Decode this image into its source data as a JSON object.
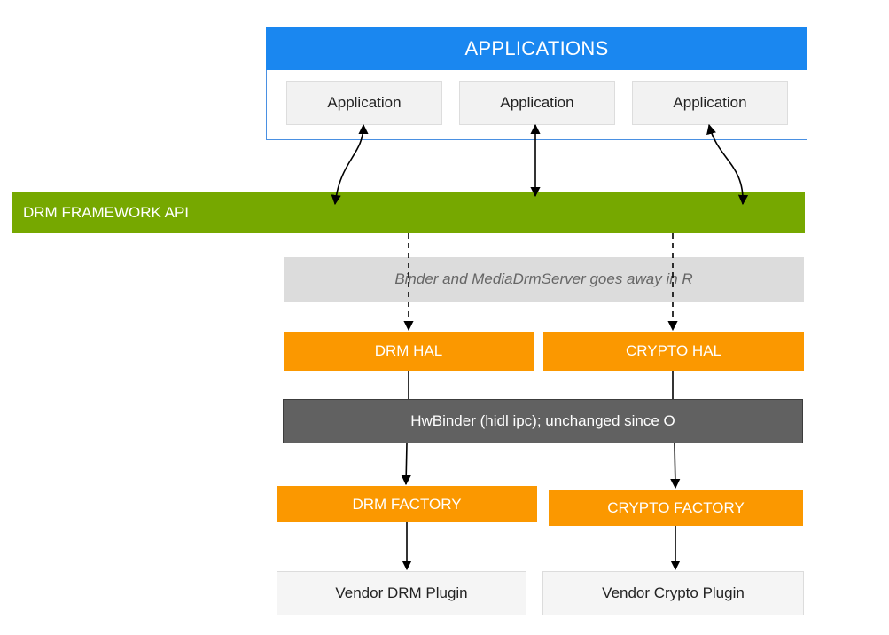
{
  "applications": {
    "header": "APPLICATIONS",
    "items": [
      {
        "label": "Application"
      },
      {
        "label": "Application"
      },
      {
        "label": "Application"
      }
    ]
  },
  "framework": {
    "label": "DRM FRAMEWORK API"
  },
  "note": {
    "label": "Binder and MediaDrmServer  goes away in R"
  },
  "hal": {
    "drm": "DRM HAL",
    "crypto": "CRYPTO HAL"
  },
  "hwbinder": {
    "label": "HwBinder (hidl ipc); unchanged since O"
  },
  "factory": {
    "drm": "DRM FACTORY",
    "crypto": "CRYPTO FACTORY"
  },
  "plugins": {
    "drm": "Vendor DRM Plugin",
    "crypto": "Vendor Crypto Plugin"
  },
  "colors": {
    "applications_header": "#1a87f0",
    "framework": "#76a800",
    "hal": "#fb9800",
    "hwbinder": "#616161",
    "note": "#dcdcdc"
  }
}
